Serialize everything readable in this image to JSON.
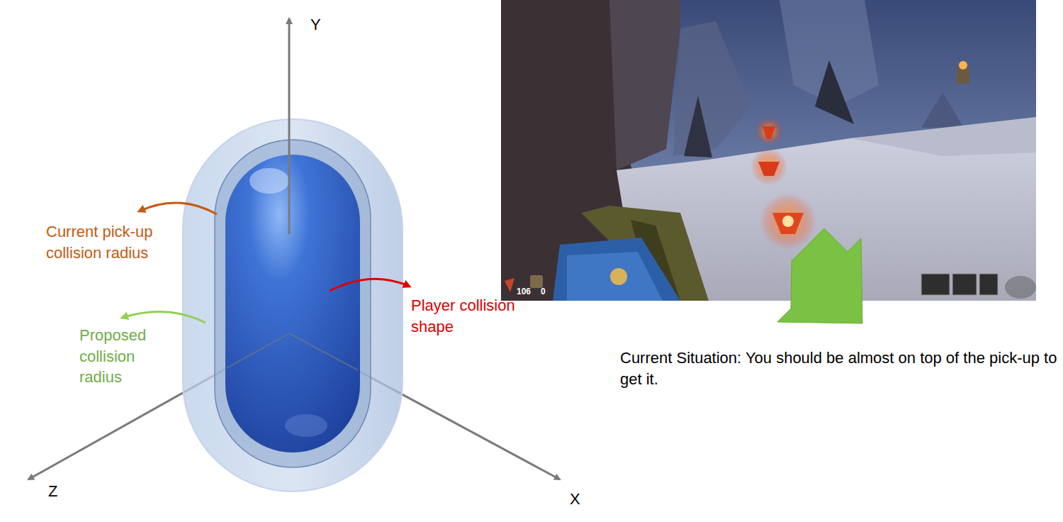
{
  "diagram": {
    "labels": [
      "Y",
      "Current pick-up collision radius",
      "Proposed collision radius",
      "Player collision shape",
      "Z",
      "X",
      "106",
      "0",
      "Current Situation: You should be almost on top of the pick-up to get it."
    ]
  }
}
